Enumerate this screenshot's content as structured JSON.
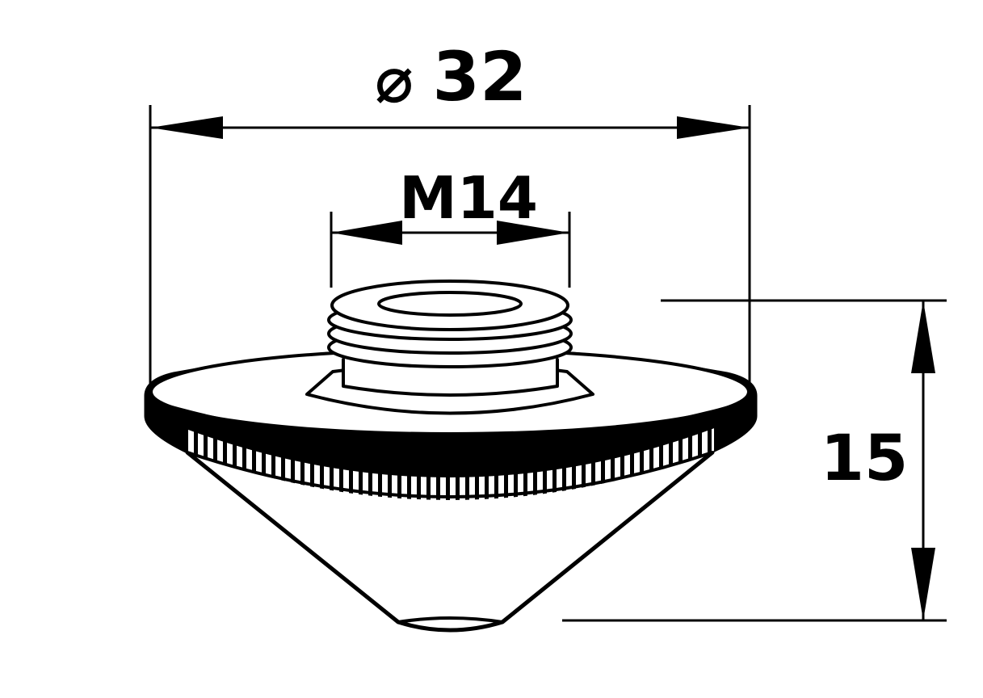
{
  "dimensions": {
    "outer_diameter": {
      "symbol": "⌀",
      "value": "32"
    },
    "thread": {
      "value": "M14"
    },
    "height": {
      "value": "15"
    }
  },
  "colors": {
    "line": "#000000",
    "background": "#ffffff"
  }
}
